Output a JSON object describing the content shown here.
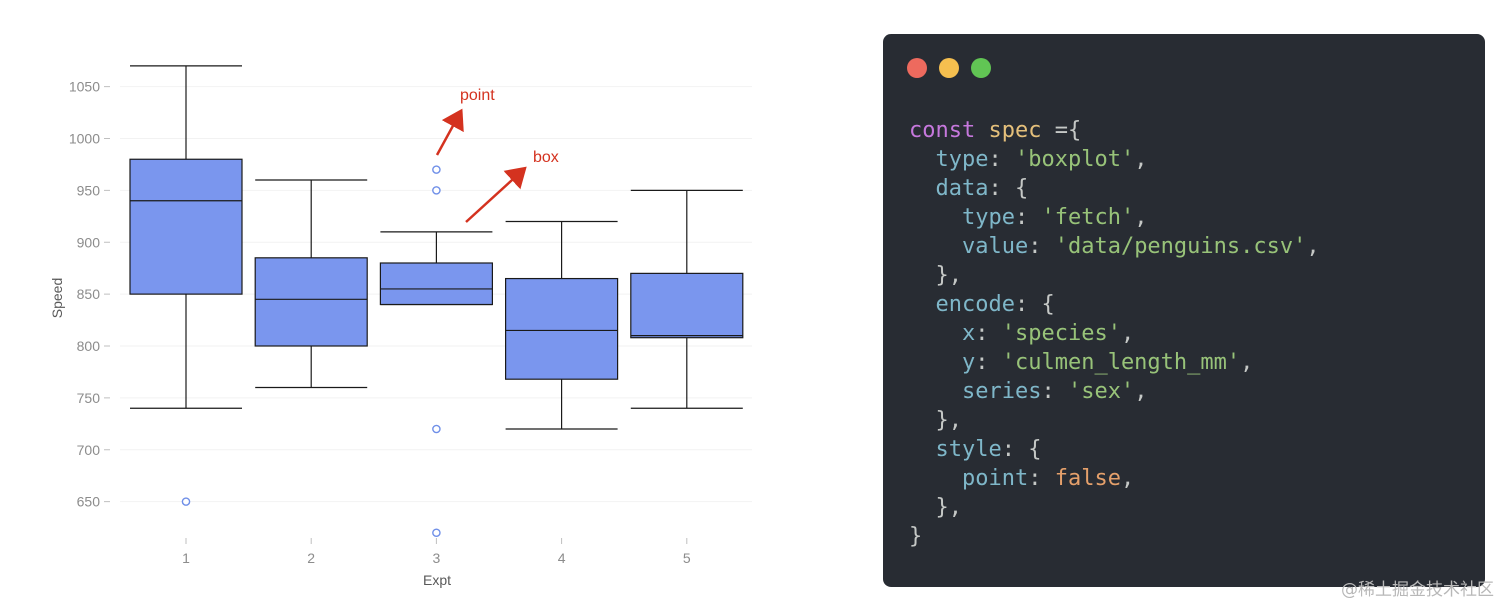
{
  "chart_data": {
    "type": "boxplot",
    "xlabel": "Expt",
    "ylabel": "Speed",
    "categories": [
      "1",
      "2",
      "3",
      "4",
      "5"
    ],
    "ylim": [
      600,
      1080
    ],
    "y_ticks": [
      650,
      700,
      750,
      800,
      850,
      900,
      950,
      1000,
      1050
    ],
    "boxes": [
      {
        "x": "1",
        "min": 740,
        "q1": 850,
        "median": 940,
        "q3": 980,
        "max": 1070
      },
      {
        "x": "2",
        "min": 760,
        "q1": 800,
        "median": 845,
        "q3": 885,
        "max": 960
      },
      {
        "x": "3",
        "min": 840,
        "q1": 840,
        "median": 855,
        "q3": 880,
        "max": 910
      },
      {
        "x": "4",
        "min": 720,
        "q1": 768,
        "median": 815,
        "q3": 865,
        "max": 920
      },
      {
        "x": "5",
        "min": 740,
        "q1": 808,
        "median": 810,
        "q3": 870,
        "max": 950
      }
    ],
    "outliers": [
      {
        "x": "1",
        "y": 650
      },
      {
        "x": "3",
        "y": 970
      },
      {
        "x": "3",
        "y": 950
      },
      {
        "x": "3",
        "y": 720
      },
      {
        "x": "3",
        "y": 620
      }
    ],
    "annotations": [
      {
        "text": "point"
      },
      {
        "text": "box"
      }
    ],
    "colors": {
      "box_fill": "#7a96ee",
      "stroke": "#1a1a1a",
      "outlier": "#6f8fe8",
      "annotation": "#d4321f"
    },
    "grid": true
  },
  "code": {
    "lines": [
      [
        {
          "t": "const",
          "c": "kw"
        },
        {
          "t": " ",
          "c": "pun"
        },
        {
          "t": "spec",
          "c": "var"
        },
        {
          "t": " ={",
          "c": "pun"
        }
      ],
      [
        {
          "t": "  type",
          "c": "prop"
        },
        {
          "t": ": ",
          "c": "pun"
        },
        {
          "t": "'boxplot'",
          "c": "str"
        },
        {
          "t": ",",
          "c": "pun"
        }
      ],
      [
        {
          "t": "  data",
          "c": "prop"
        },
        {
          "t": ": {",
          "c": "pun"
        }
      ],
      [
        {
          "t": "    type",
          "c": "prop"
        },
        {
          "t": ": ",
          "c": "pun"
        },
        {
          "t": "'fetch'",
          "c": "str"
        },
        {
          "t": ",",
          "c": "pun"
        }
      ],
      [
        {
          "t": "    value",
          "c": "prop"
        },
        {
          "t": ": ",
          "c": "pun"
        },
        {
          "t": "'data/penguins.csv'",
          "c": "str"
        },
        {
          "t": ",",
          "c": "pun"
        }
      ],
      [
        {
          "t": "  },",
          "c": "pun"
        }
      ],
      [
        {
          "t": "  encode",
          "c": "prop"
        },
        {
          "t": ": {",
          "c": "pun"
        }
      ],
      [
        {
          "t": "    x",
          "c": "prop"
        },
        {
          "t": ": ",
          "c": "pun"
        },
        {
          "t": "'species'",
          "c": "str"
        },
        {
          "t": ",",
          "c": "pun"
        }
      ],
      [
        {
          "t": "    y",
          "c": "prop"
        },
        {
          "t": ": ",
          "c": "pun"
        },
        {
          "t": "'culmen_length_mm'",
          "c": "str"
        },
        {
          "t": ",",
          "c": "pun"
        }
      ],
      [
        {
          "t": "    series",
          "c": "prop"
        },
        {
          "t": ": ",
          "c": "pun"
        },
        {
          "t": "'sex'",
          "c": "str"
        },
        {
          "t": ",",
          "c": "pun"
        }
      ],
      [
        {
          "t": "  },",
          "c": "pun"
        }
      ],
      [
        {
          "t": "  style",
          "c": "prop"
        },
        {
          "t": ": {",
          "c": "pun"
        }
      ],
      [
        {
          "t": "    point",
          "c": "prop"
        },
        {
          "t": ": ",
          "c": "pun"
        },
        {
          "t": "false",
          "c": "lit"
        },
        {
          "t": ",",
          "c": "pun"
        }
      ],
      [
        {
          "t": "  },",
          "c": "pun"
        }
      ],
      [
        {
          "t": "}",
          "c": "pun"
        }
      ]
    ],
    "window_colors": {
      "background": "#282c33",
      "close": "#ed6a5e",
      "minimize": "#f5bf4f",
      "maximize": "#61c554"
    }
  },
  "watermark": "@稀土掘金技术社区"
}
